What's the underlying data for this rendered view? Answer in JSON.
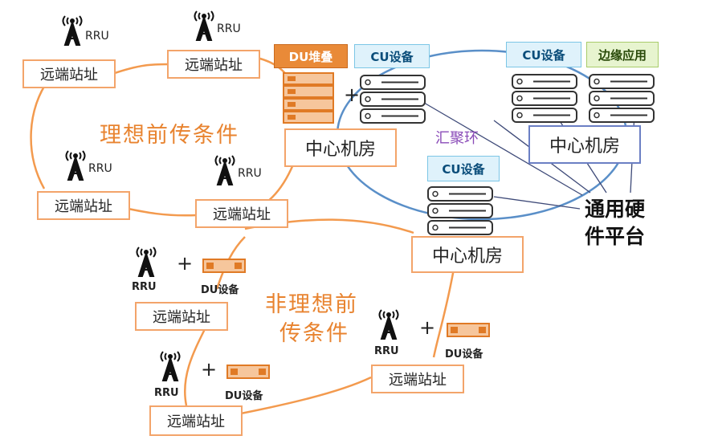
{
  "ideal": {
    "label": "理想前传条件",
    "sites": [
      {
        "site_label": "远端站址",
        "rru_label": "RRU"
      },
      {
        "site_label": "远端站址",
        "rru_label": "RRU"
      },
      {
        "site_label": "远端站址",
        "rru_label": "RRU"
      },
      {
        "site_label": "远端站址",
        "rru_label": "RRU"
      }
    ],
    "du_stack_label": "DU堆叠",
    "cu_label": "CU设备",
    "plus": "+",
    "room_label": "中心机房"
  },
  "convergence_ring_label": "汇聚环",
  "right_room": {
    "cu_label": "CU设备",
    "edge_label": "边缘应用",
    "room_label": "中心机房"
  },
  "middle_room": {
    "cu_label": "CU设备",
    "room_label": "中心机房"
  },
  "platform_label_line1": "通用硬",
  "platform_label_line2": "件平台",
  "non_ideal": {
    "label_line1": "非理想前",
    "label_line2": "传条件",
    "sites": [
      {
        "site_label": "远端站址",
        "rru_label": "RRU",
        "du_label": "DU设备",
        "plus": "+"
      },
      {
        "site_label": "远端站址",
        "rru_label": "RRU",
        "du_label": "DU设备",
        "plus": "+"
      },
      {
        "site_label": "远端站址",
        "rru_label": "RRU",
        "du_label": "DU设备",
        "plus": "+"
      }
    ]
  },
  "colors": {
    "orange": "#f39a4e",
    "orange_text": "#e8832f",
    "blue_ring": "#5a8fc8",
    "purple_text": "#8a4bb8",
    "cu_fill": "#dff2fb",
    "du_fill": "#e98a38",
    "edge_fill": "#e7f4cf"
  }
}
